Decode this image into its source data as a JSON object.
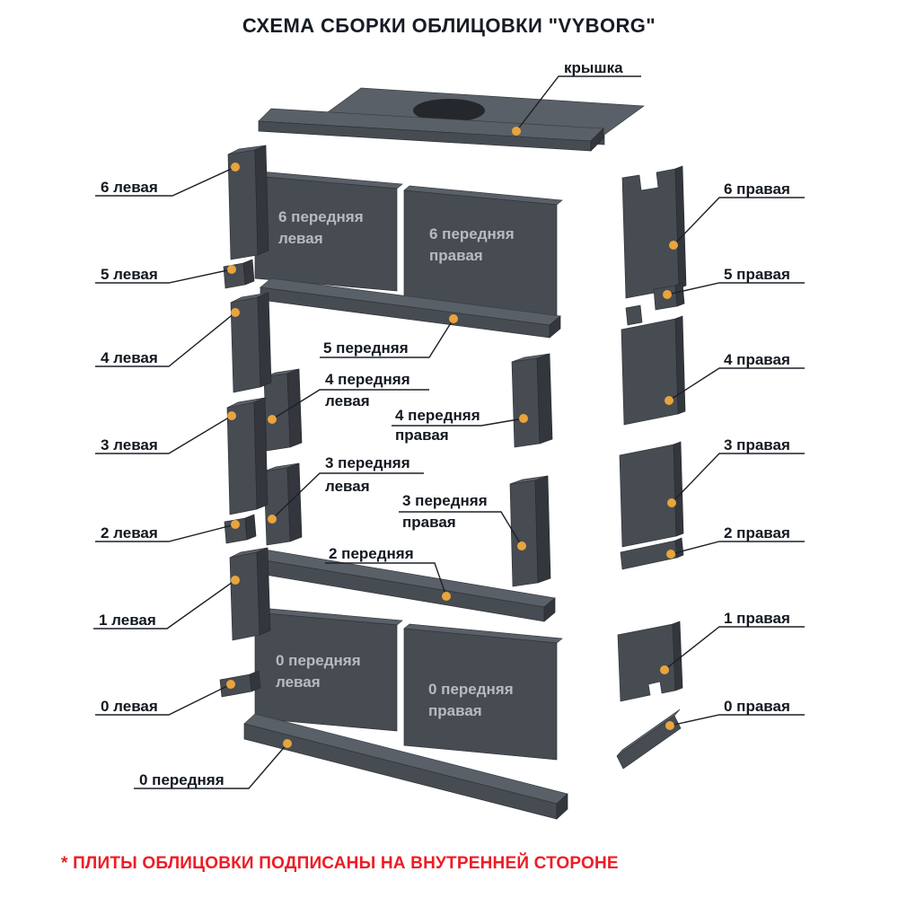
{
  "title": "СХЕМА СБОРКИ ОБЛИЦОВКИ  \"VYBORG\"",
  "footnote": "* ПЛИТЫ ОБЛИЦОВКИ ПОДПИСАНЫ НА ВНУТРЕННЕЙ СТОРОНЕ",
  "colors": {
    "background": "#ffffff",
    "part_face": "#474c52",
    "part_side": "#33373d",
    "part_top": "#5a6067",
    "panel_text": "#b7bbbe",
    "label_text": "#131820",
    "leader_line": "#1c2128",
    "marker_dot": "#e9a43c",
    "title_text": "#161b24",
    "footnote_text": "#ee1c25"
  },
  "labels": {
    "top": {
      "text": "крышка"
    },
    "left": [
      {
        "text": "6 левая"
      },
      {
        "text": "5 левая"
      },
      {
        "text": "4 левая"
      },
      {
        "text": "3 левая"
      },
      {
        "text": "2 левая"
      },
      {
        "text": "1 левая"
      },
      {
        "text": "0 левая"
      },
      {
        "text": "0 передняя"
      }
    ],
    "right": [
      {
        "text": "6 правая"
      },
      {
        "text": "5 правая"
      },
      {
        "text": "4 правая"
      },
      {
        "text": "3 правая"
      },
      {
        "text": "2 правая"
      },
      {
        "text": "1 правая"
      },
      {
        "text": "0 правая"
      }
    ],
    "center": [
      {
        "lines": [
          "5 передняя"
        ]
      },
      {
        "lines": [
          "4 передняя",
          "левая"
        ]
      },
      {
        "lines": [
          "4 передняя",
          "правая"
        ]
      },
      {
        "lines": [
          "3 передняя",
          "левая"
        ]
      },
      {
        "lines": [
          "3 передняя",
          "правая"
        ]
      },
      {
        "lines": [
          "2 передняя"
        ]
      }
    ],
    "on_panel": [
      {
        "lines": [
          "6 передняя",
          "левая"
        ]
      },
      {
        "lines": [
          "6 передняя",
          "правая"
        ]
      },
      {
        "lines": [
          "0 передняя",
          "левая"
        ]
      },
      {
        "lines": [
          "0 передняя",
          "правая"
        ]
      }
    ]
  }
}
